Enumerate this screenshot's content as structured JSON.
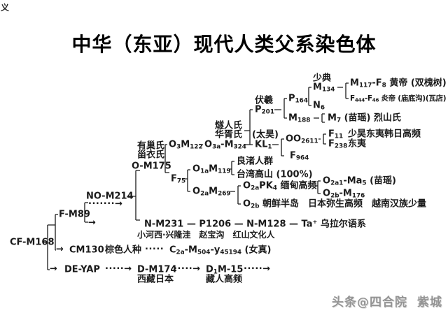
{
  "page": {
    "corner_mark": "义"
  },
  "title": "中华（东亚）现代人类父系染色体",
  "watermark": {
    "source": "头条@四合院",
    "author": "紫城"
  },
  "arrows": {
    "solid": "→",
    "dots": "·····",
    "dotted_arrow": "·····→",
    "dotted_arrow_long": "·······→"
  },
  "nodes": {
    "cf_m168": "CF-M168",
    "f_m89": "F-M89",
    "no_m214": "NO-M214",
    "cm130": "CM130",
    "cm130_note": "棕色人种",
    "c2a": "C{2a}-M{504}-y{45194} (女真)",
    "de_yap": "DE-YAP",
    "d_m174": "D-M174",
    "d_m174_note": "西藏日本",
    "d1m15": "D{1}M-15",
    "d1m15_note": "藏人高频",
    "n_row": "N-M231 — P1206 — N-M128 —  Ta⁺ 乌拉尔语系",
    "n_row_note": "小河西·兴隆洼　赵宝沟　红山文化人",
    "youchaoshi": "有巢氏",
    "ziyishi": "甾衣氏",
    "o_m175": "O-M175",
    "o3_m122": "O{3}M{122}",
    "o3a_m324": "O{3a}-M{324}",
    "suirenshi": "燧人氏",
    "huaxushi": "华胥氏",
    "fuxi": "伏羲",
    "p201": "P{201}",
    "taihao": "(太昊)",
    "kl1": "KL{1}",
    "p164": "P{164}",
    "shaodian": "少典",
    "m134": "M{134}",
    "n6": "N{6}",
    "m117": "M{117}-F{8} 黄帝 (双槐树)",
    "f444": "F{444}-F{46} 炎帝 (庙底沟)(瓦店)",
    "m188": "M{188}",
    "m7": "M{7} (苗瑶)  烈山氏",
    "oo2611": "OO{2611}",
    "f11": "F{11}",
    "f11_note": "少昊东夷韩日高频",
    "f238": "F{238}",
    "f238_note": "东夷",
    "f964": "F{964}",
    "liangzhu": "良渚人群",
    "o1a_m119": "O{1a}M{119}",
    "taiwan": "台湾高山 (100%)",
    "f75": "F{75}",
    "o2a_m269": "O{2a}M{269}",
    "o2a_pk4": "O{2a}PK{4} 缅甸高频",
    "o2a1_ma5": "O{2a1}-Ma{5} (苗瑶)",
    "o2b_m176": "O{2b}-M{176}",
    "o2b_row": "O{2b} 朝鲜半岛　日本弥生高频　越南汉族少量"
  }
}
